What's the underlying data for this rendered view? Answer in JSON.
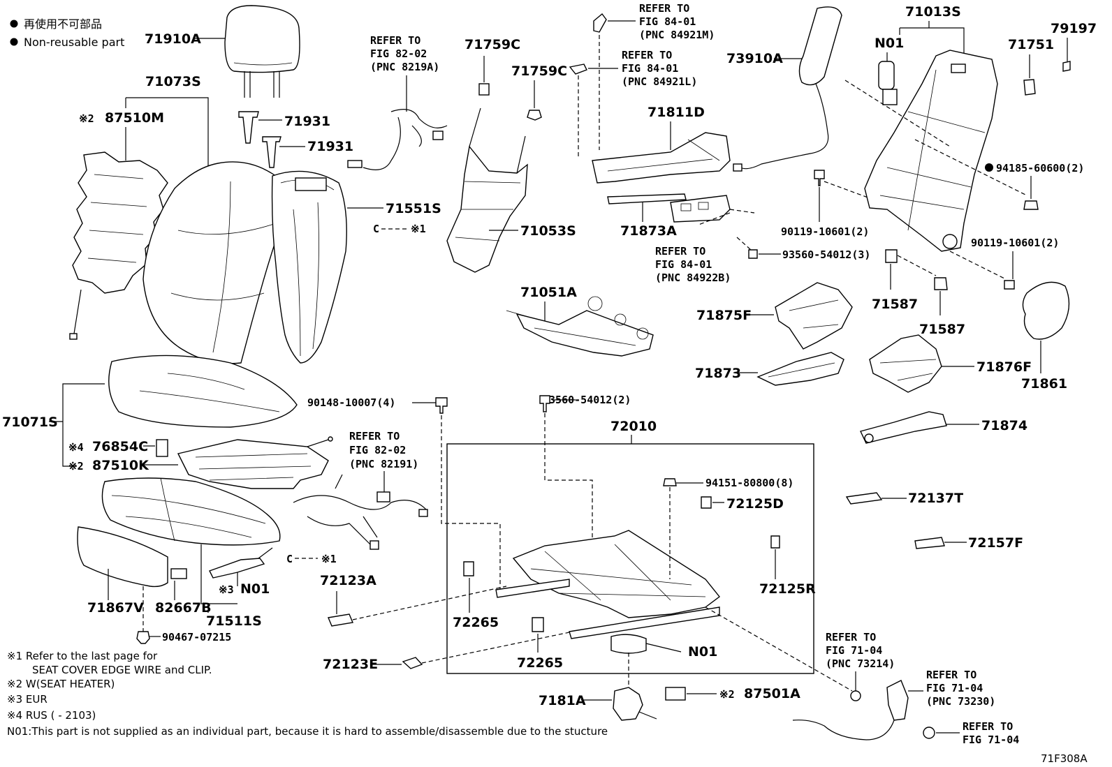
{
  "legend": {
    "jp": "再使用不可部品",
    "en": "Non-reusable part"
  },
  "figure_code": "71F308A",
  "labels": {
    "p71910A": "71910A",
    "p71073S": "71073S",
    "p87510M": "87510M",
    "p71931a": "71931",
    "p71931b": "71931",
    "p71551S": "71551S",
    "p71071S": "71071S",
    "p76854C": "76854C",
    "p87510K": "87510K",
    "p71867V": "71867V",
    "p82667B": "82667B",
    "p71511S": "71511S",
    "pN01a": "N01",
    "p90467": "90467-07215",
    "p71759C1": "71759C",
    "p71759C2": "71759C",
    "p71053S": "71053S",
    "p71051A": "71051A",
    "p90148": "90148-10007(4)",
    "p72123A": "72123A",
    "p72123E": "72123E",
    "p71811D": "71811D",
    "p71873A": "71873A",
    "p93560a": "93560-54012(3)",
    "p73910A": "73910A",
    "p90119a": "90119-10601(2)",
    "p71013S": "71013S",
    "pN01b": "N01",
    "p71751": "71751",
    "p79197": "79197",
    "p94185": "94185-60600(2)",
    "p90119b": "90119-10601(2)",
    "p71587a": "71587",
    "p71587b": "71587",
    "p71875F": "71875F",
    "p71873": "71873",
    "p71876F": "71876F",
    "p71861": "71861",
    "p71874": "71874",
    "p93560b": "93560-54012(2)",
    "p72010": "72010",
    "p94151": "94151-80800(8)",
    "p72125D": "72125D",
    "p72125R": "72125R",
    "p72265a": "72265",
    "p72265b": "72265",
    "p72137T": "72137T",
    "p72157F": "72157F",
    "pN01c": "N01",
    "p7181A": "7181A",
    "p87501A": "87501A"
  },
  "marks": {
    "m2a": "※2",
    "m1a": "※1",
    "m4": "※4",
    "m2b": "※2",
    "m3": "※3",
    "m1b": "※1",
    "m2c": "※2"
  },
  "refs": {
    "r1": [
      "REFER TO",
      "FIG 82-02",
      "(PNC 8219A)"
    ],
    "r2": [
      "REFER TO",
      "FIG 84-01",
      "(PNC 84921M)"
    ],
    "r3": [
      "REFER TO",
      "FIG 84-01",
      "(PNC 84921L)"
    ],
    "r4": [
      "REFER TO",
      "FIG 84-01",
      "(PNC 84922B)"
    ],
    "r5": [
      "REFER TO",
      "FIG 82-02",
      "(PNC 82191)"
    ],
    "r6": [
      "REFER TO",
      "FIG 71-04",
      "(PNC 73214)"
    ],
    "r7": [
      "REFER TO",
      "FIG 71-04",
      "(PNC 73230)"
    ],
    "r8": [
      "REFER TO",
      "FIG 71-04"
    ]
  },
  "notes": {
    "n1a": "※1 Refer to the last page for",
    "n1b": "SEAT COVER EDGE WIRE and CLIP.",
    "n2": "※2 W(SEAT HEATER)",
    "n3": "※3 EUR",
    "n4": "※4 RUS (         - 2103)",
    "n5": "N01:This part is not supplied as an individual part, because it is hard to assemble/disassemble due to the stucture"
  }
}
